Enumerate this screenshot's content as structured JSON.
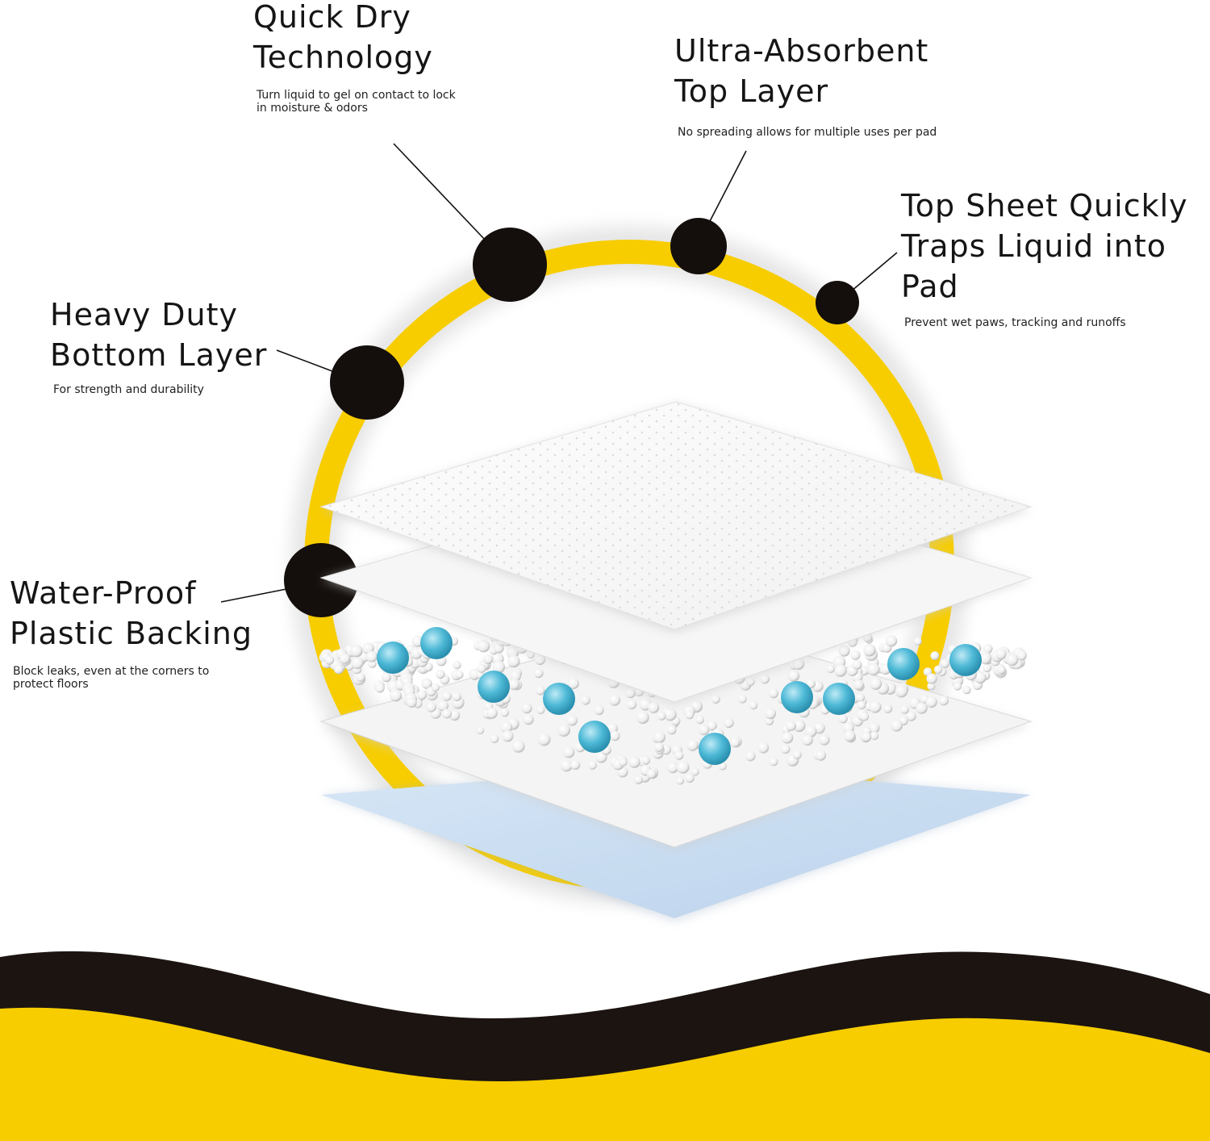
{
  "colors": {
    "accent_yellow": "#f7cd00",
    "dot_black": "#140f0c",
    "wave_dark": "#1b1410",
    "sheet_white": "#fbfbfb",
    "backing_blue": "#c9dcf0",
    "bead_blue": "#49b9d6"
  },
  "callouts": {
    "quick_dry": {
      "title": "Quick Dry\nTechnology",
      "description": "Turn liquid to gel on contact to lock\nin moisture & odors"
    },
    "ultra_absorbent": {
      "title": "Ultra-Absorbent\nTop Layer",
      "description": "No spreading allows for multiple uses per pad"
    },
    "top_sheet": {
      "title": "Top Sheet Quickly\nTraps Liquid into\nPad",
      "description": "Prevent wet paws, tracking and runoffs"
    },
    "heavy_duty": {
      "title": "Heavy Duty\nBottom Layer",
      "description": "For strength and durability"
    },
    "water_proof": {
      "title": "Water-Proof\nPlastic Backing",
      "description": "Block leaks, even at the corners to\nprotect floors"
    }
  },
  "layers": [
    "top-sheet",
    "ultra-absorbent-layer",
    "gel-beads",
    "bottom-layer",
    "plastic-backing"
  ]
}
